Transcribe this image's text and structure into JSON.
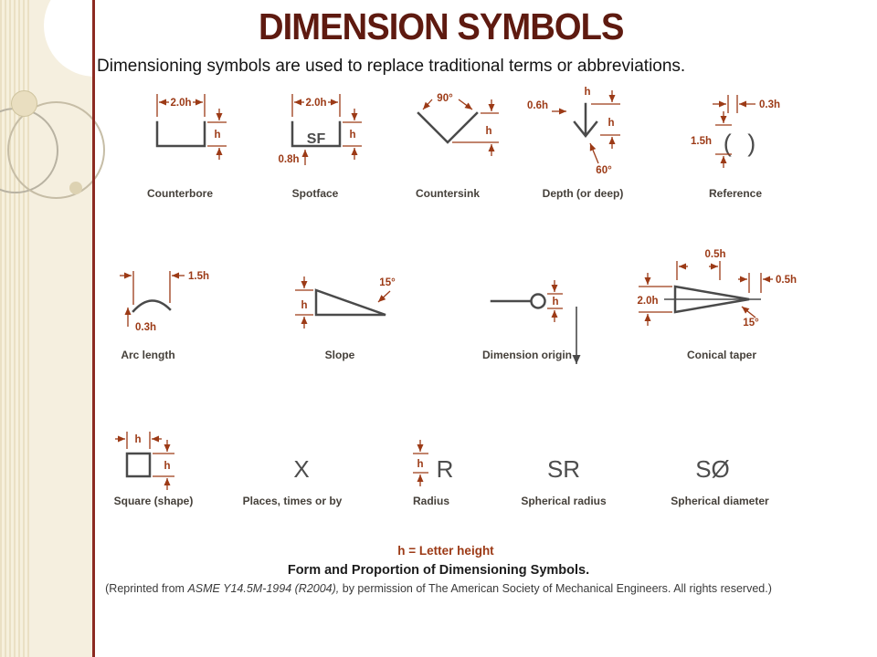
{
  "slide": {
    "title": "DIMENSION SYMBOLS",
    "subtitle": "Dimensioning symbols are used to replace traditional terms or abbreviations.",
    "note": "h = Letter height",
    "caption": "Form and Proportion of Dimensioning Symbols.",
    "credit": {
      "prefix": "(Reprinted from ",
      "source_italic": "ASME Y14.5M-1994 (R2004),",
      "suffix": " by permission of The American Society of Mechanical Engineers. All rights reserved.)"
    }
  },
  "figure": {
    "labels": {
      "counterbore": "Counterbore",
      "spotface": "Spotface",
      "countersink": "Countersink",
      "depth": "Depth (or deep)",
      "reference": "Reference",
      "arc_length": "Arc length",
      "slope": "Slope",
      "dimension_origin": "Dimension origin",
      "conical_taper": "Conical taper",
      "square": "Square (shape)",
      "places": "Places, times or by",
      "radius": "Radius",
      "spherical_radius": "Spherical radius",
      "spherical_diameter": "Spherical diameter"
    },
    "dims": {
      "counterbore_top": "2.0h",
      "counterbore_right": "h",
      "spotface_top": "2.0h",
      "spotface_sf": "SF",
      "spotface_right": "h",
      "spotface_bottom": "0.8h",
      "countersink_angle": "90°",
      "countersink_depth": "h",
      "depth_left": "0.6h",
      "depth_top": "h",
      "depth_right": "h",
      "depth_angle": "60°",
      "reference_top": "0.3h",
      "reference_left": "1.5h",
      "reference_glyph": "( )",
      "arc_width": "1.5h",
      "arc_rise": "0.3h",
      "slope_height": "h",
      "slope_angle": "15°",
      "origin_height": "h",
      "taper_top": "0.5h",
      "taper_left": "2.0h",
      "taper_right": "0.5h",
      "taper_angle": "15°",
      "square_top": "h",
      "square_right": "h",
      "places_glyph": "X",
      "radius_height": "h",
      "radius_glyph": "R",
      "spherical_radius_glyph": "SR",
      "spherical_diameter_glyph": "SØ"
    }
  },
  "colors": {
    "title_maroon": "#5e1a10",
    "dimension_red": "#9c3a16",
    "symbol_gray": "#4a4a4a",
    "label_brown": "#45403a",
    "sidebar_cream": "#f5efdf",
    "divider_red": "#8c2a21",
    "background": "#ffffff"
  }
}
